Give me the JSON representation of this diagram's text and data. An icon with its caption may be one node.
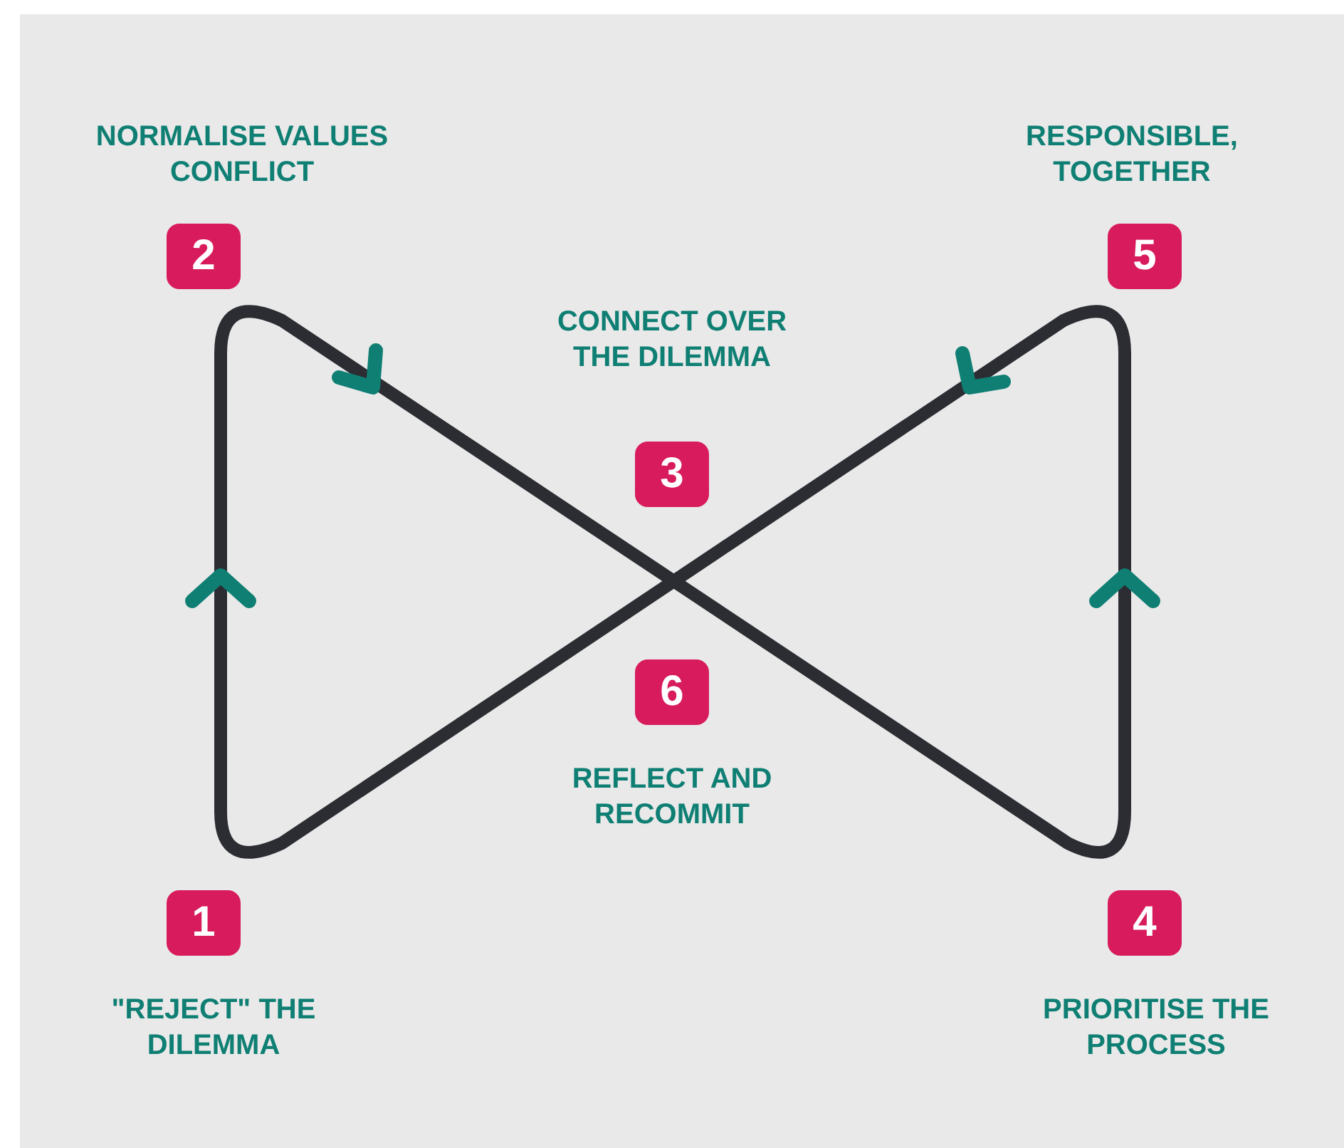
{
  "diagram": {
    "nodes": [
      {
        "text": [
          "1"
        ],
        "beside": [
          "\"REJECT\" THE DILEMMA"
        ]
      },
      {
        "text": [
          "2"
        ],
        "beside": [
          "NORMALISE VALUES CONFLICT"
        ]
      },
      {
        "text": [
          "3"
        ],
        "beside": [
          "CONNECT OVER THE DILEMMA"
        ]
      },
      {
        "text": [
          "4"
        ],
        "beside": [
          "PRIORITISE THE PROCESS"
        ]
      },
      {
        "text": [
          "5"
        ],
        "beside": [
          "RESPONSIBLE, TOGETHER"
        ]
      },
      {
        "text": [
          "6"
        ],
        "beside": [
          "REFLECT AND RECOMMIT"
        ]
      }
    ]
  }
}
